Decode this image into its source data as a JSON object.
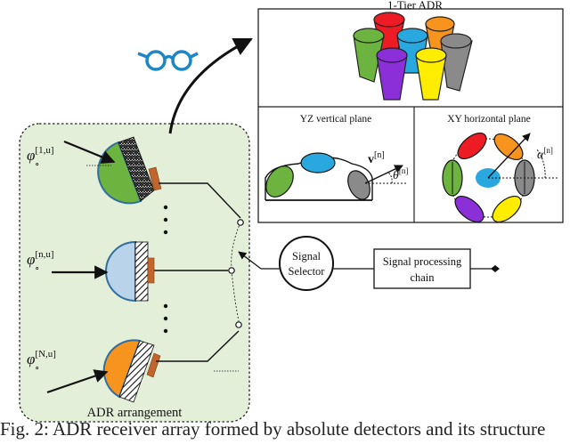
{
  "adr_panel": {
    "title": "1-Tier ADR",
    "yz_title": "YZ vertical plane",
    "xy_title": "XY horizontal plane",
    "v_label": "v",
    "n_sup": "[n]",
    "theta": "θ",
    "alpha": "α"
  },
  "arrangement": {
    "label": "ADR arrangement",
    "phi": "φ",
    "circ": "∘",
    "sup_top": "[1,u]",
    "sup_mid": "[n,u]",
    "sup_bot": "[N,u]"
  },
  "selector": {
    "line1": "Signal",
    "line2": "Selector"
  },
  "processing": {
    "line1": "Signal processing",
    "line2": "chain"
  },
  "caption": "Fig. 2: ADR receiver array formed by absolute detectors and its structure",
  "colors": {
    "green": "#6db33f",
    "blue": "#b9d3ea",
    "orange": "#f7941d",
    "red": "#ed1c24",
    "yellow": "#ffed00",
    "purple": "#8b2fd9",
    "gray": "#8a8a8a",
    "sky": "#29a8e0",
    "panel_bg": "#e3efd9",
    "glasses": "#1d87c6"
  }
}
